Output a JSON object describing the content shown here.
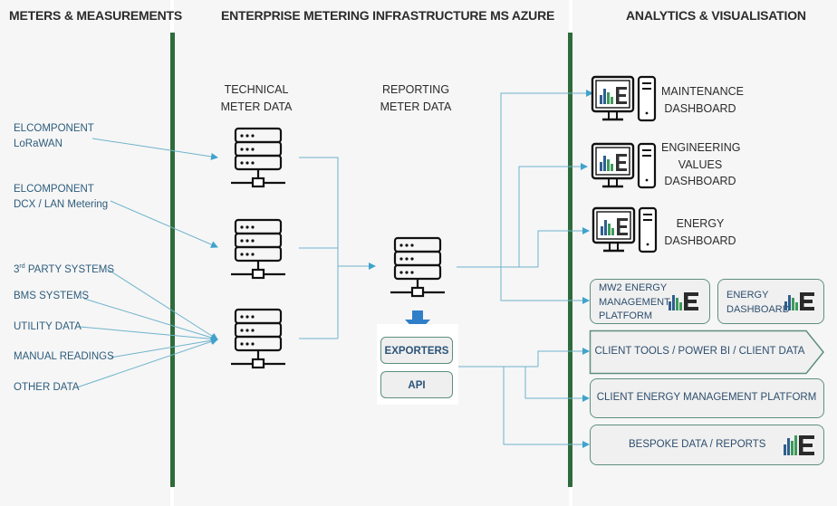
{
  "columns": {
    "meters": "METERS & MEASUREMENTS",
    "infrastructure": "ENTERPRISE METERING INFRASTRUCTURE MS AZURE",
    "analytics": "ANALYTICS & VISUALISATION"
  },
  "sources": [
    {
      "line1": "ELCOMPONENT",
      "line2": "LoRaWAN"
    },
    {
      "line1": "ELCOMPONENT",
      "line2": "DCX / LAN Metering"
    },
    {
      "prefix": "3",
      "sup": "rd",
      "label": " PARTY SYSTEMS"
    },
    {
      "label": "BMS SYSTEMS"
    },
    {
      "label": "UTILITY DATA"
    },
    {
      "label": "MANUAL READINGS"
    },
    {
      "label": "OTHER DATA"
    }
  ],
  "infrastructure": {
    "technical_line1": "TECHNICAL",
    "technical_line2": "METER DATA",
    "reporting_line1": "REPORTING",
    "reporting_line2": "METER DATA",
    "exporters": "EXPORTERS",
    "api": "API"
  },
  "dashboards": [
    {
      "lines": [
        "MAINTENANCE",
        "DASHBOARD"
      ]
    },
    {
      "lines": [
        "ENGINEERING",
        "VALUES",
        "DASHBOARD"
      ]
    },
    {
      "lines": [
        "ENERGY",
        "DASHBOARD"
      ]
    }
  ],
  "platforms": {
    "mw2_line1": "MW2 ENERGY",
    "mw2_line2": "MANAGEMENT",
    "mw2_line3": "PLATFORM",
    "energy_line1": "ENERGY",
    "energy_line2": "DASHBOARD",
    "client_tools": "CLIENT TOOLS / POWER BI / CLIENT DATA",
    "client_emp": "CLIENT ENERGY MANAGEMENT PLATFORM",
    "bespoke": "BESPOKE DATA / REPORTS"
  },
  "colors": {
    "divider": "#2e6b3c",
    "wire": "#5aa7c4",
    "arrow_down": "#2f7fc8",
    "box_border": "#5e8f7f",
    "text_blue": "#2d5c7c",
    "logo_blue": "#2f5f8f",
    "logo_green": "#3d9a5a",
    "logo_dark": "#2a2a2a"
  }
}
